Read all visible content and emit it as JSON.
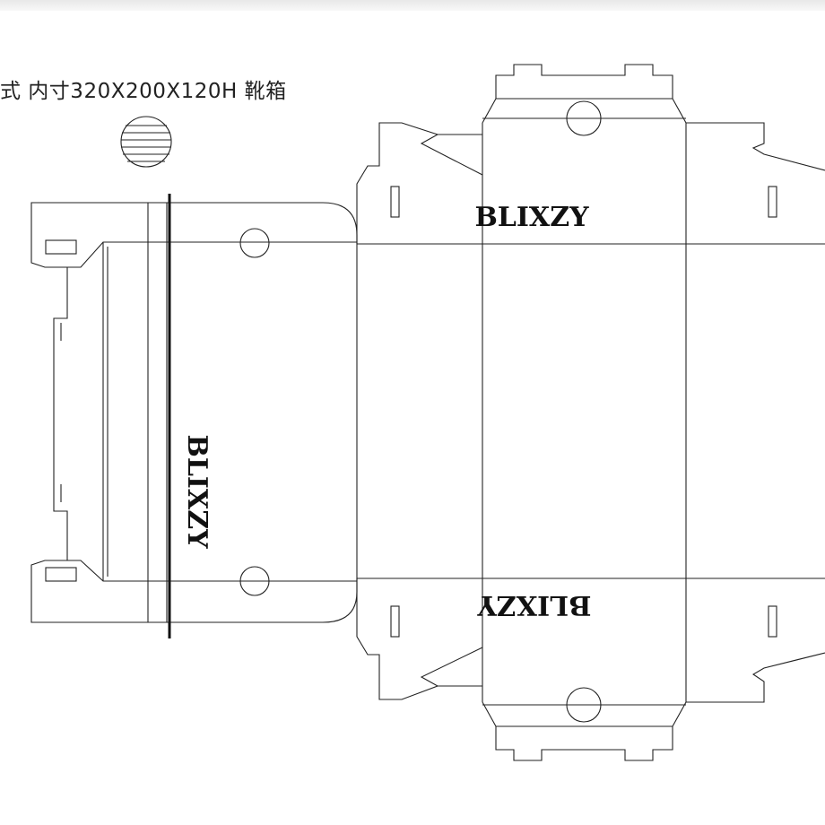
{
  "spec_text": "式 内寸320X200X120H 靴箱",
  "brand": {
    "top": "BLIXZY",
    "left": "BLIXZY",
    "bottom": "BLIXZY"
  },
  "colors": {
    "line": "#222222",
    "background": "#ffffff"
  }
}
